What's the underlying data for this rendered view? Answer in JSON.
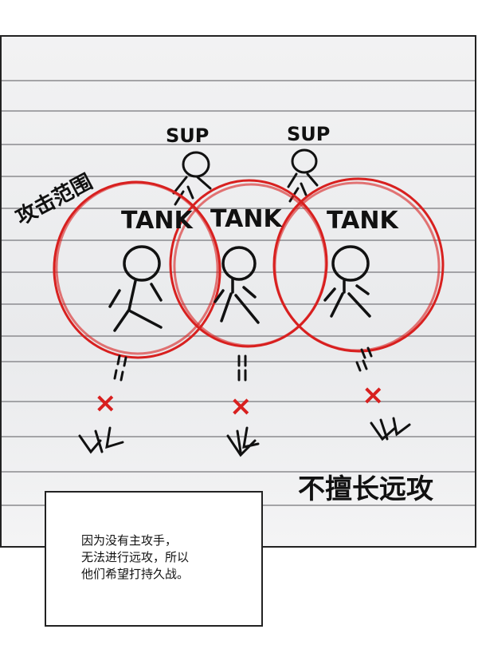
{
  "labels": {
    "attack_range": "攻击范围",
    "sup": "SUP",
    "tank": "TANK",
    "not_good_ranged": "不擅长远攻",
    "cross": "×"
  },
  "caption": {
    "lines": [
      "因为没有主攻手，",
      "无法进行远攻，所以",
      "他们希望打持久战。"
    ]
  },
  "colors": {
    "ink": "#111111",
    "circle": "#d8201f",
    "paper_line": "#9b9b9f"
  }
}
